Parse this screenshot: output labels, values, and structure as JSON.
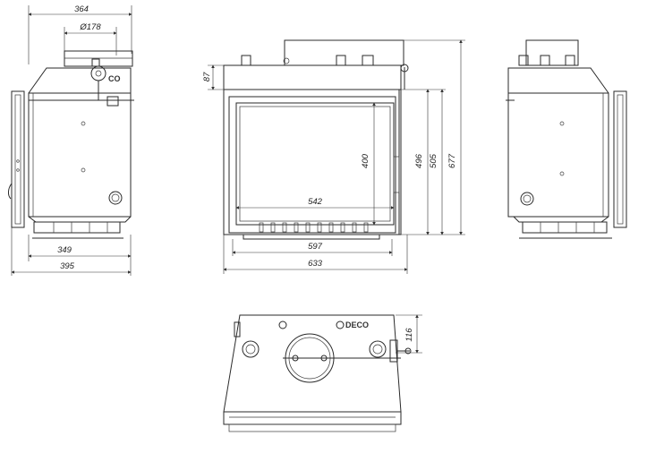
{
  "dimensions": {
    "side_depth_top": "364",
    "flue_diameter": "Ø178",
    "side_height_top": "87",
    "side_base_depth": "349",
    "side_total_depth": "395",
    "door_opening_height": "400",
    "glass_width": "542",
    "front_inner_width": "597",
    "front_total_width": "633",
    "height_496": "496",
    "height_505": "505",
    "height_677": "677",
    "top_depth": "116"
  },
  "logo_text": "DECO",
  "logo_text_side": "CO"
}
